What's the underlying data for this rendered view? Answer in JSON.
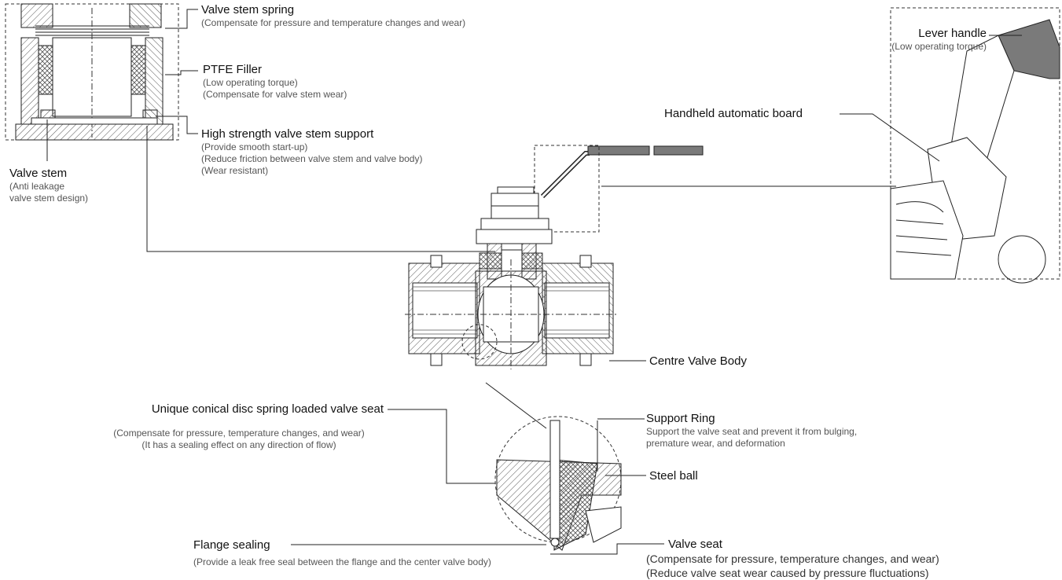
{
  "labels": {
    "valve_stem_spring": {
      "title": "Valve stem spring",
      "notes": [
        "(Compensate for pressure and temperature changes and wear)"
      ]
    },
    "ptfe_filler": {
      "title": "PTFE  Filler",
      "notes": [
        "(Low operating torque)",
        "(Compensate for valve stem wear)"
      ]
    },
    "stem_support": {
      "title": "High strength valve stem support",
      "notes": [
        "(Provide smooth start-up)",
        "(Reduce friction between valve stem and valve body)",
        "(Wear resistant)"
      ]
    },
    "valve_stem": {
      "title": "Valve stem",
      "notes": [
        "(Anti leakage",
        "valve stem design)"
      ]
    },
    "lever_handle": {
      "title": "Lever handle",
      "notes": [
        "(Low operating torque)"
      ]
    },
    "handheld_board": {
      "title": "Handheld automatic board"
    },
    "centre_body": {
      "title": "Centre Valve Body"
    },
    "conical_seat": {
      "title": "Unique conical disc spring loaded valve seat",
      "notes": [
        "(Compensate for pressure, temperature changes, and wear)",
        "(It has a sealing effect on any direction of flow)"
      ]
    },
    "support_ring": {
      "title": "Support Ring",
      "notes": [
        "Support the valve seat and prevent it from bulging,",
        "premature wear, and deformation"
      ]
    },
    "steel_ball": {
      "title": "Steel ball"
    },
    "flange_sealing": {
      "title": "Flange sealing",
      "notes": [
        "(Provide a leak free seal between the flange and the center valve body)"
      ]
    },
    "valve_seat": {
      "title": "Valve seat",
      "notes": [
        "(Compensate for pressure, temperature changes, and wear)",
        "(Reduce valve seat wear caused by pressure fluctuations)"
      ]
    }
  },
  "colors": {
    "line": "#222222",
    "hatch": "#555555",
    "handle": "#7a7a7a",
    "dash": "#333333"
  }
}
